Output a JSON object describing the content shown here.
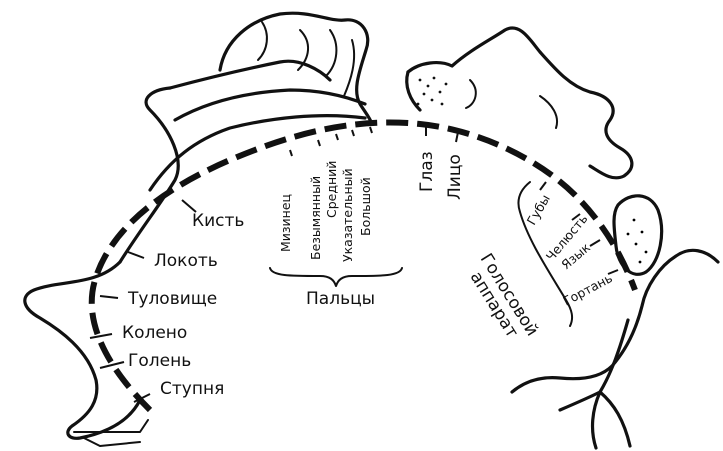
{
  "labels": {
    "hand": "Кисть",
    "elbow": "Локоть",
    "trunk": "Туловище",
    "knee": "Колено",
    "shin": "Голень",
    "foot": "Ступня",
    "fingers_group": "Пальцы",
    "little_finger": "Мизинец",
    "ring_finger": "Безымянный",
    "middle_finger": "Средний",
    "index_finger": "Указательный",
    "thumb": "Большой",
    "eye": "Глаз",
    "face": "Лицо",
    "lips": "Губы",
    "jaw": "Челюсть",
    "tongue": "Язык",
    "larynx": "Гортань",
    "vocal_apparatus_line1": "Голосовой",
    "vocal_apparatus_line2": "аппарат"
  }
}
